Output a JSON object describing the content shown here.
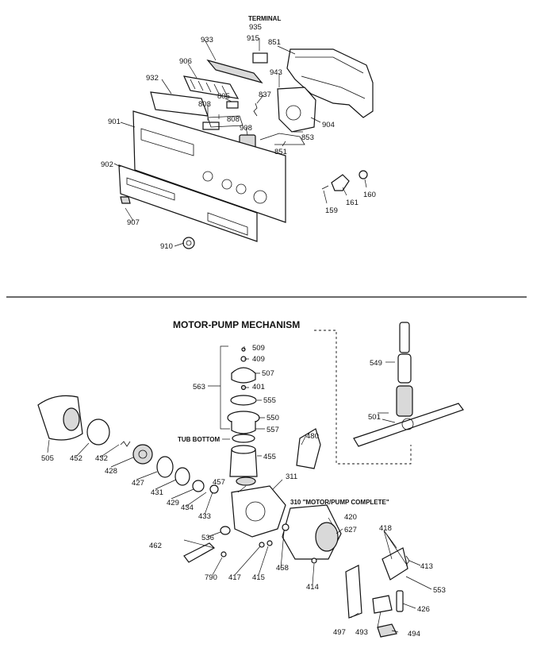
{
  "titles": {
    "terminal": "TERMINAL",
    "mechanism": "MOTOR-PUMP MECHANISM",
    "tub_bottom": "TUB BOTTOM",
    "motor_pump_complete": "310 \"MOTOR/PUMP COMPLETE\""
  },
  "labels": {
    "p935": "935",
    "p915": "915",
    "p851a": "851",
    "p933": "933",
    "p906": "906",
    "p943": "943",
    "p932": "932",
    "p805": "805",
    "p803": "803",
    "p837": "837",
    "p808": "808",
    "p901": "901",
    "p908": "908",
    "p904": "904",
    "p853": "853",
    "p851b": "851",
    "p902": "902",
    "p160": "160",
    "p159": "159",
    "p161": "161",
    "p907": "907",
    "p910": "910",
    "p509": "509",
    "p409": "409",
    "p507": "507",
    "p401": "401",
    "p563": "563",
    "p555": "555",
    "p550": "550",
    "p557": "557",
    "p549": "549",
    "p480": "480",
    "p501": "501",
    "p505": "505",
    "p452": "452",
    "p432": "432",
    "p428": "428",
    "p455": "455",
    "p427": "427",
    "p431": "431",
    "p429": "429",
    "p457": "457",
    "p311": "311",
    "p434": "434",
    "p433": "433",
    "p420": "420",
    "p627": "627",
    "p418": "418",
    "p536": "536",
    "p462": "462",
    "p413": "413",
    "p458": "458",
    "p790": "790",
    "p417": "417",
    "p415": "415",
    "p414": "414",
    "p553": "553",
    "p426": "426",
    "p497": "497",
    "p493": "493",
    "p494": "494"
  }
}
